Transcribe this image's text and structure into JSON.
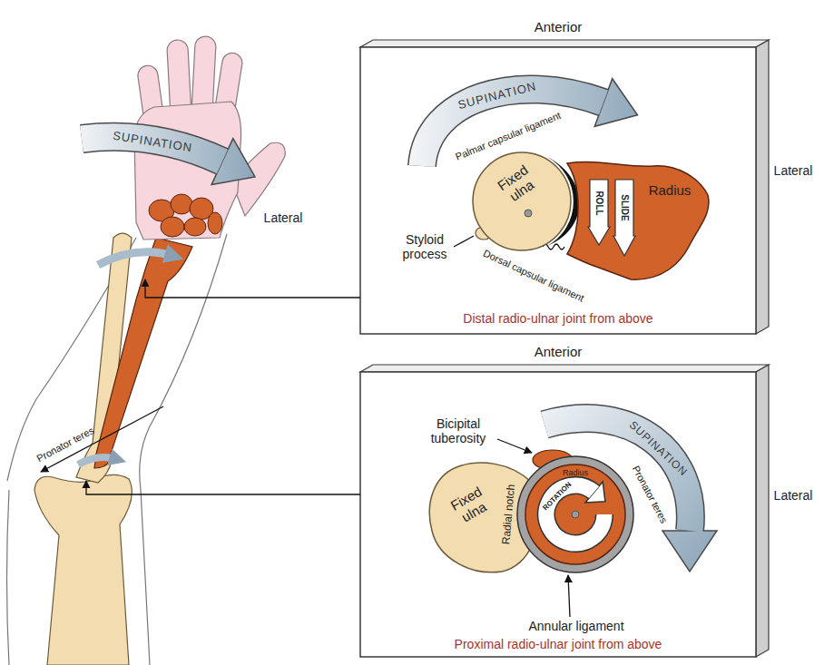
{
  "diagram": {
    "nodes": [
      {
        "text": [
          "Anterior",
          "Distal radio-ulnar joint from above"
        ]
      },
      {
        "text": [
          "SUPINATION"
        ],
        "in": 0
      },
      {
        "text": [
          "Fixed ulna"
        ],
        "in": 0
      },
      {
        "text": [
          "Radius"
        ],
        "in": 0
      },
      {
        "text": [
          "ROLL"
        ],
        "in": 3
      },
      {
        "text": [
          "SLIDE"
        ],
        "in": 3
      },
      {
        "text": [
          "SUPINATION"
        ]
      },
      {
        "text": [
          "Anterior",
          "Proximal radio-ulnar joint from above"
        ]
      },
      {
        "text": [
          "SUPINATION"
        ],
        "in": 7
      },
      {
        "text": [
          "Fixed ulna"
        ],
        "in": 7
      },
      {
        "text": [
          "Radius"
        ],
        "in": 7
      },
      {
        "text": [
          "ROTATION"
        ],
        "in": 10
      }
    ],
    "labels": [
      "Lateral",
      "Palmar capsular ligament",
      "Styloid process",
      "Dorsal capsular ligament",
      "Lateral",
      "Pronator teres",
      "Lateral",
      "Bicipital tuberosity",
      "Radial notch",
      "Pronator teres",
      "Annular ligament"
    ]
  }
}
